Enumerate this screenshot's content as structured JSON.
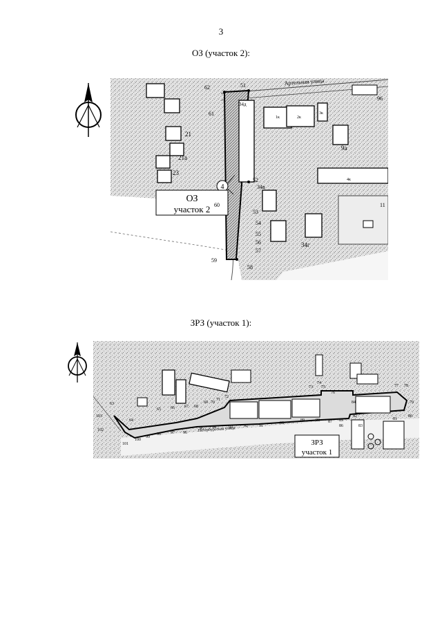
{
  "page_number": "3",
  "section1": {
    "caption": "ОЗ (участок 2):",
    "zone_box": {
      "line1": "ОЗ",
      "line2": "участок 2"
    },
    "street": "Артельная улица",
    "callout": "4",
    "point_labels": [
      "51",
      "52",
      "53",
      "54",
      "55",
      "56",
      "57",
      "58",
      "59",
      "60",
      "61",
      "62"
    ],
    "building_labels": [
      "1к",
      "2к",
      "3к",
      "4к",
      "34д",
      "34в",
      "34г",
      "21",
      "21а",
      "23",
      "96",
      "9а",
      "11"
    ]
  },
  "section2": {
    "caption": "ЗРЗ (участок 1):",
    "zone_box": {
      "line1": "ЗРЗ",
      "line2": "участок 1"
    },
    "street": "Петербургская улица",
    "point_labels": [
      "63",
      "64",
      "65",
      "66",
      "67",
      "68",
      "69",
      "70",
      "71",
      "72",
      "73",
      "74",
      "75",
      "76",
      "77",
      "78",
      "79",
      "80",
      "81",
      "82",
      "83",
      "84",
      "85",
      "86",
      "87",
      "88",
      "89",
      "90",
      "91",
      "92",
      "93",
      "94",
      "95",
      "96",
      "97",
      "98",
      "99",
      "100",
      "101",
      "102",
      "103"
    ]
  },
  "colors": {
    "ink": "#000000",
    "map_bg": "#d9d9d9",
    "paper": "#ffffff"
  }
}
